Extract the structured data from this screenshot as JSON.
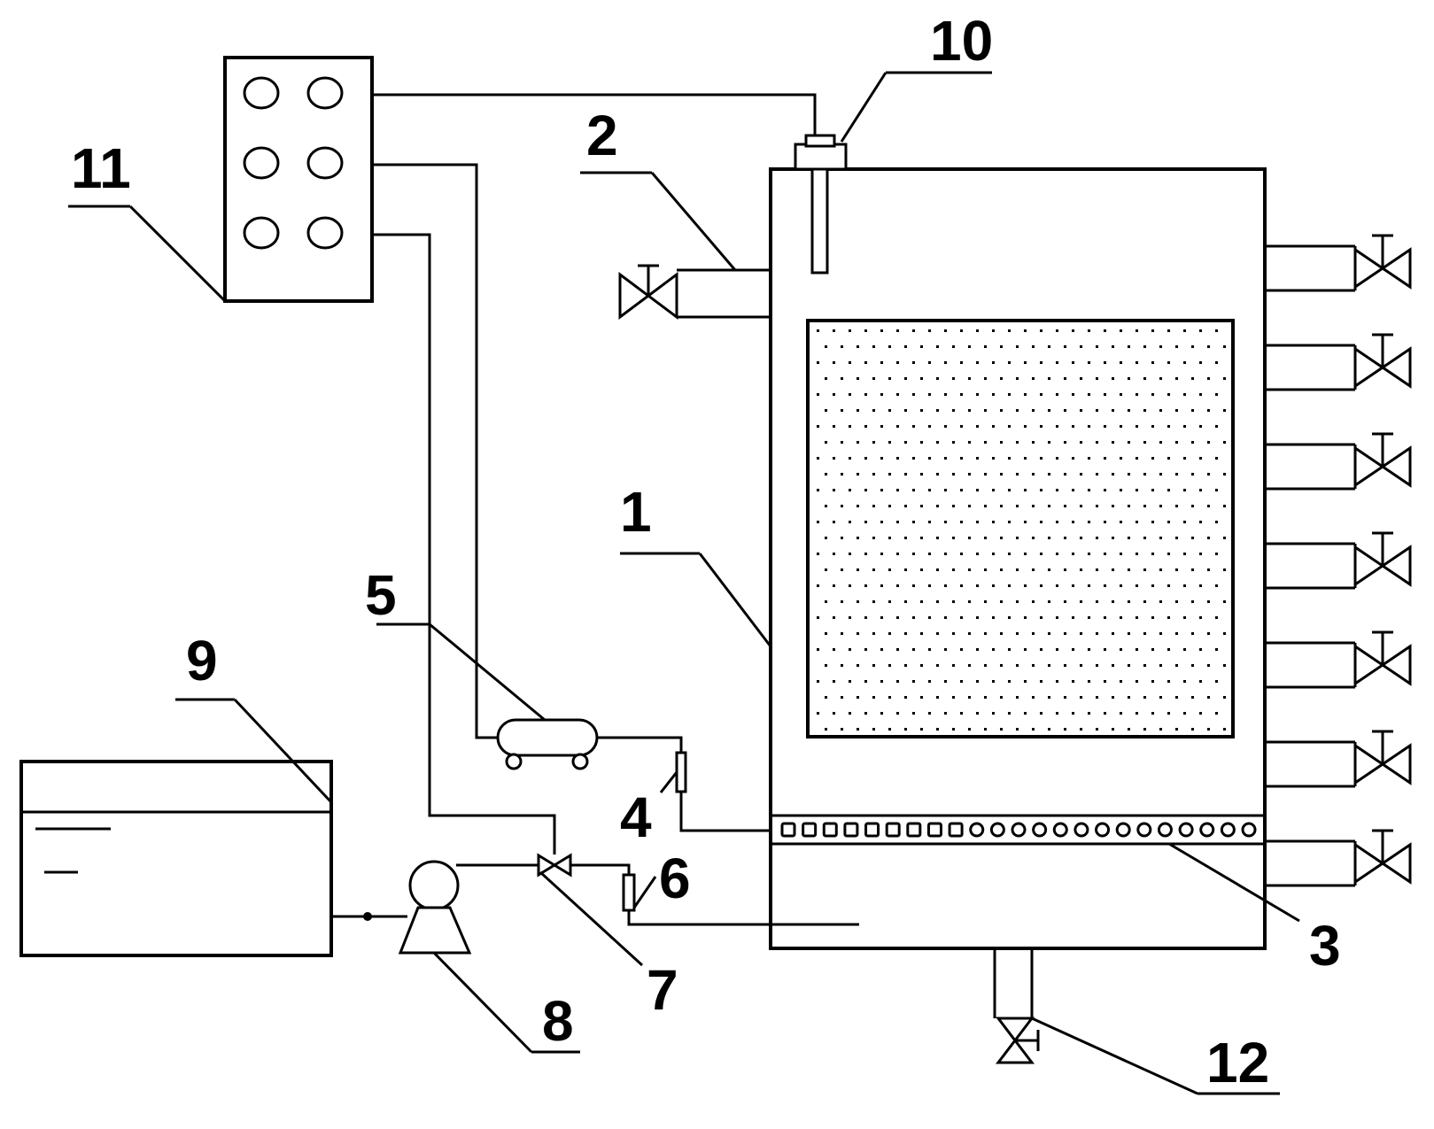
{
  "labels": {
    "reactor": "1",
    "inlet_pipe": "2",
    "aeration_diffuser": "3",
    "gas_flowmeter": "4",
    "air_compressor": "5",
    "liquid_flowmeter": "6",
    "feed_valve": "7",
    "feed_pump": "8",
    "feed_tank": "9",
    "probe": "10",
    "control_box": "11",
    "drain_valve": "12"
  },
  "control_panel": {
    "indicator_rows": 3,
    "indicator_cols": 2
  },
  "sampling_ports": {
    "count": 7
  },
  "diffuser": {
    "hole_count": 23
  },
  "colors": {
    "line": "#000000",
    "background": "#ffffff"
  }
}
